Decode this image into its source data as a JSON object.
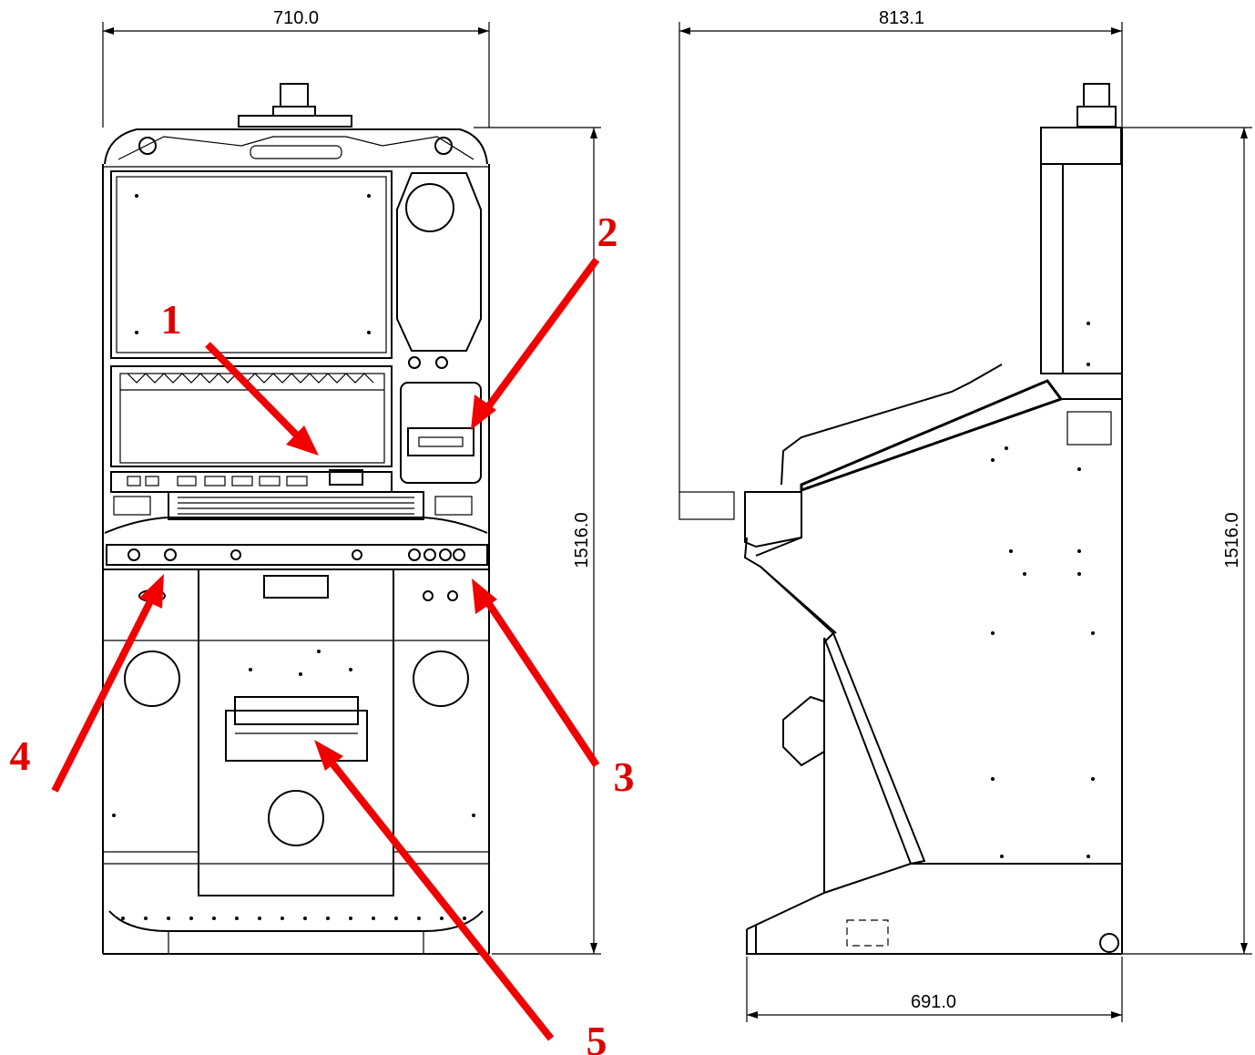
{
  "dimensions": {
    "front_width": "710.0",
    "side_depth_top": "813.1",
    "front_height": "1516.0",
    "side_height": "1516.0",
    "side_base_depth": "691.0"
  },
  "callouts": [
    {
      "id": "1",
      "label": "1"
    },
    {
      "id": "2",
      "label": "2"
    },
    {
      "id": "3",
      "label": "3"
    },
    {
      "id": "4",
      "label": "4"
    },
    {
      "id": "5",
      "label": "5"
    }
  ],
  "colors": {
    "callout": "#e00000",
    "drawing": "#000000"
  }
}
